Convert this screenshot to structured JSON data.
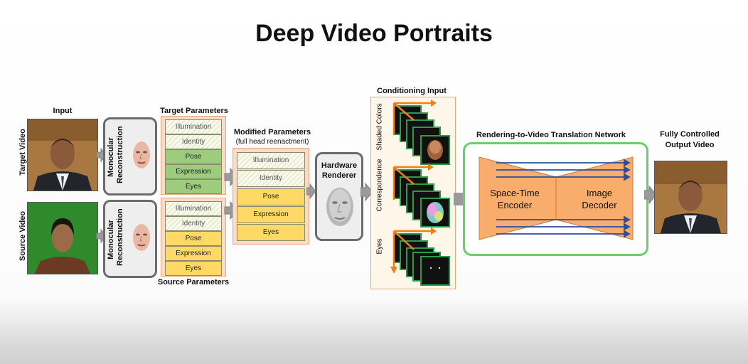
{
  "title": "Deep Video Portraits",
  "labels": {
    "input": "Input",
    "target_video": "Target Video",
    "source_video": "Source Video",
    "monocular_reconstruction_line1": "Monocular",
    "monocular_reconstruction_line2": "Reconstruction",
    "target_parameters": "Target Parameters",
    "source_parameters": "Source Parameters",
    "modified_parameters": "Modified Parameters",
    "modified_parameters_sub": "(full head reenactment)",
    "hardware_renderer_line1": "Hardware",
    "hardware_renderer_line2": "Renderer",
    "conditioning_input": "Conditioning Input",
    "shaded_colors": "Shaded Colors",
    "correspondence": "Correspondence",
    "eyes_row": "Eyes",
    "network_title": "Rendering-to-Video Translation Network",
    "encoder_line1": "Space-Time",
    "encoder_line2": "Encoder",
    "decoder_line1": "Image",
    "decoder_line2": "Decoder",
    "output_line1": "Fully Controlled",
    "output_line2": "Output Video"
  },
  "target_params": [
    "Illumination",
    "Identity",
    "Pose",
    "Expression",
    "Eyes"
  ],
  "source_params": [
    "Illumination",
    "Identity",
    "Pose",
    "Expression",
    "Eyes"
  ],
  "modified_params": [
    "Illumination",
    "Identity",
    "Pose",
    "Expression",
    "Eyes"
  ],
  "colors": {
    "param_green": "#9ccc7c",
    "param_yellow": "#ffd966",
    "network_border": "#6ccd6c",
    "encoder_decoder": "#f8ad6c",
    "skip_connections": "#2b4ea0",
    "conditioning_arrows": "#f07d18"
  }
}
